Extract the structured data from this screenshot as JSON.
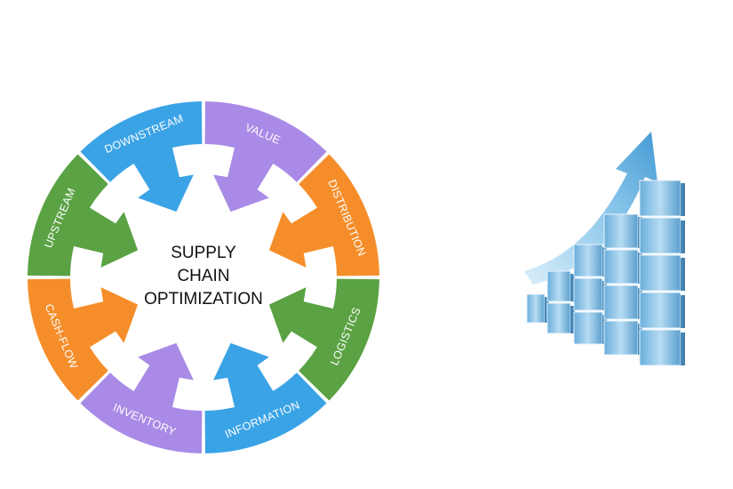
{
  "wheel": {
    "center_lines": [
      "SUPPLY",
      "CHAIN",
      "OPTIMIZATION"
    ],
    "segments": [
      {
        "label": "VALUE",
        "color": "#a98ae6"
      },
      {
        "label": "DISTRIBUTION",
        "color": "#f58e2a"
      },
      {
        "label": "LOGISTICS",
        "color": "#5aa243"
      },
      {
        "label": "INFORMATION",
        "color": "#3aa3e6"
      },
      {
        "label": "INVENTORY",
        "color": "#a98ae6"
      },
      {
        "label": "CASH-FLOW",
        "color": "#f58e2a"
      },
      {
        "label": "UPSTREAM",
        "color": "#5aa243"
      },
      {
        "label": "DOWNSTREAM",
        "color": "#3aa3e6"
      }
    ]
  },
  "growth_graphic": {
    "icon": "bar-chart-growth-arrow-icon",
    "bar_color": "#8ec3e8",
    "arrow_color": "#6bb4e2"
  }
}
